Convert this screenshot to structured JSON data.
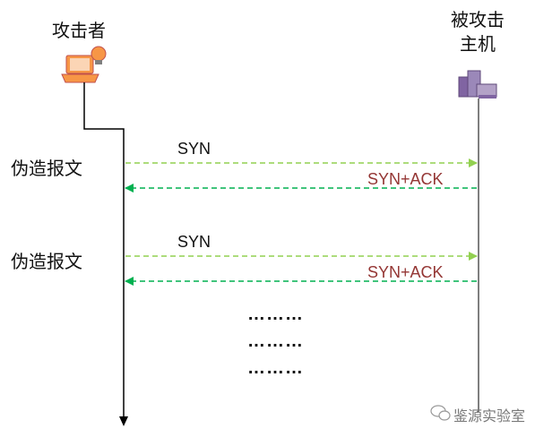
{
  "attacker": {
    "label": "攻击者"
  },
  "victim": {
    "label_line1": "被攻击",
    "label_line2": "主机"
  },
  "rounds": [
    {
      "forged_label": "伪造报文",
      "syn_label": "SYN",
      "synack_label": "SYN+ACK"
    },
    {
      "forged_label": "伪造报文",
      "syn_label": "SYN",
      "synack_label": "SYN+ACK"
    }
  ],
  "ellipsis": [
    "………",
    "………",
    "………"
  ],
  "watermark": {
    "text": "鉴源实验室"
  },
  "colors": {
    "syn_arrow": "#92d050",
    "synack_arrow": "#00b050",
    "synack_text": "#943634",
    "laptop": "#f79646",
    "building": "#8064a2"
  },
  "icons": {
    "attacker": "laptop-with-bulb-icon",
    "victim": "building-icon",
    "watermark": "wechat-icon"
  }
}
